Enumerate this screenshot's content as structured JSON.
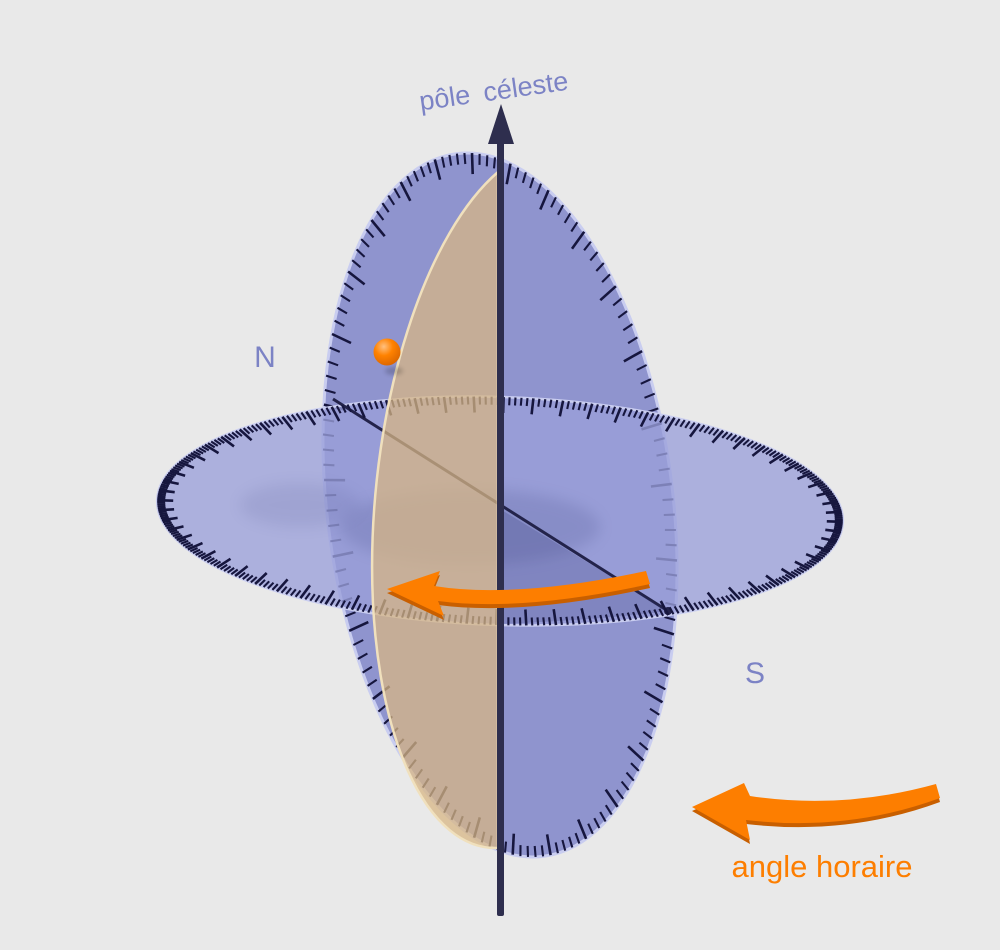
{
  "diagram": {
    "labels": {
      "pole_celeste": "pôle céleste",
      "north": "N",
      "south": "S",
      "hour_angle": "angle horaire"
    },
    "colors": {
      "background": "#e9e9e9",
      "label_blue": "#7c83c5",
      "orange": "#fd7e00",
      "orange_dark": "#c85f00",
      "meridian_fill": "#7f85c9",
      "disk_fill": "#9ba0da",
      "tan_fill": "#d7b584",
      "tan_edge": "#f0e0bd",
      "tick": "#16163e",
      "axis": "#2e2e4e",
      "rim_light": "#c9cdf0",
      "sphere_highlight": "#ffc080",
      "sphere_main": "#ff8200",
      "sphere_edge": "#d96400"
    }
  }
}
